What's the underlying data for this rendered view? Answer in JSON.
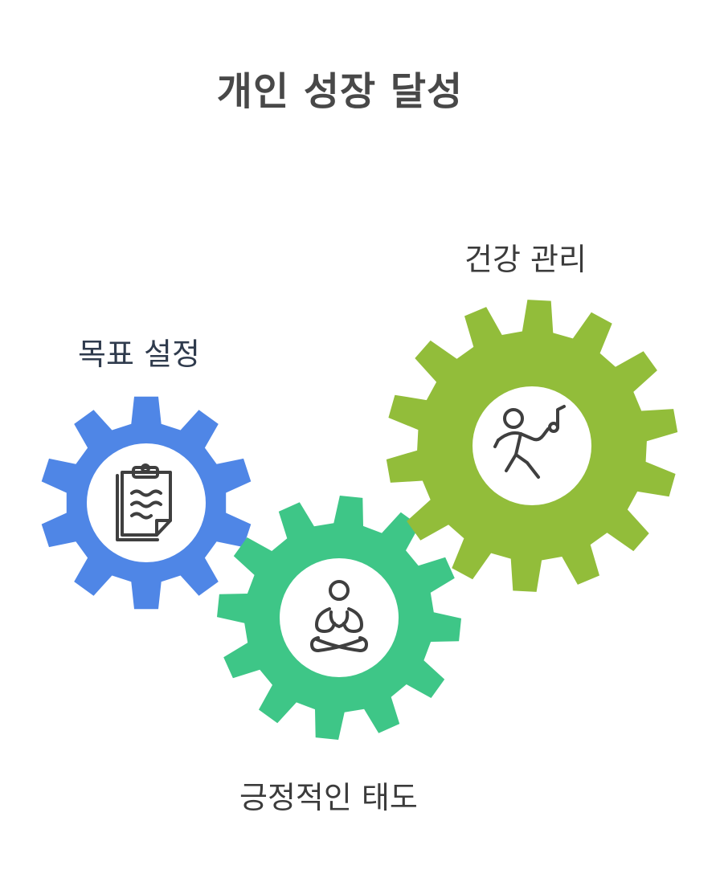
{
  "title": "개인 성장 달성",
  "gears": [
    {
      "label": "목표 설정",
      "color": "#4f86e6",
      "icon": "clipboard-icon"
    },
    {
      "label": "긍정적인 태도",
      "color": "#3ec687",
      "icon": "meditation-icon"
    },
    {
      "label": "건강 관리",
      "color": "#92bd3a",
      "icon": "dancing-person-icon"
    }
  ],
  "icon_color": "#3f3f3f"
}
